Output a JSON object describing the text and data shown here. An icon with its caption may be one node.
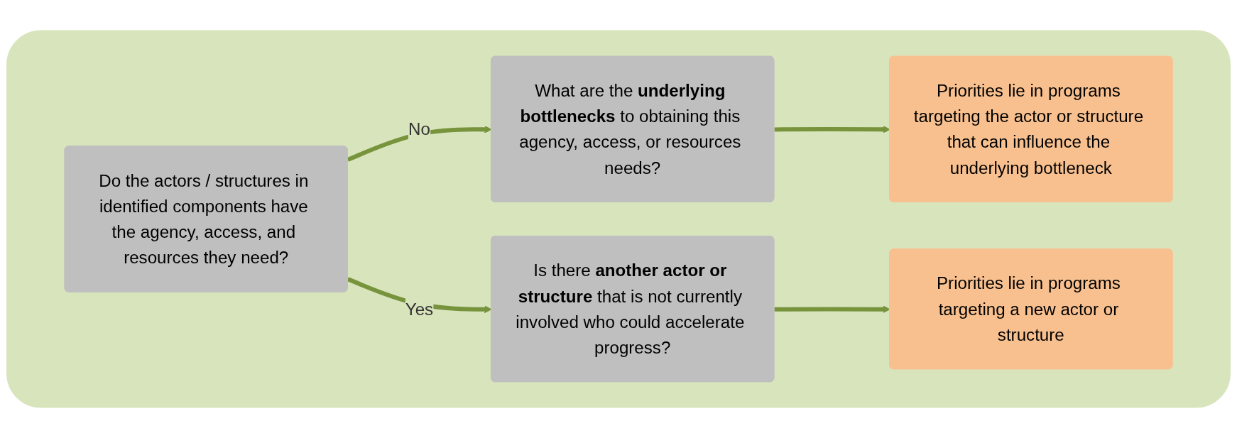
{
  "diagram": {
    "nodes": [
      {
        "text": [],
        "shape": "box"
      },
      {
        "text": [
          "Do the actors / structures in identified components have the agency, access, and resources they need?"
        ],
        "in": 0
      },
      {
        "text": [
          "What are the **underlying bottlenecks** to obtaining this agency, access, or resources needs?"
        ],
        "in": 0
      },
      {
        "text": [
          "Priorities lie in programs targeting the actor or structure that can influence the underlying bottleneck"
        ],
        "in": 0
      },
      {
        "text": [
          "Is there **another actor or structure** that is not currently involved who could accelerate progress?"
        ],
        "in": 0
      },
      {
        "text": [
          "Priorities lie in programs targeting a new actor or structure"
        ],
        "in": 0
      }
    ],
    "edges": [
      {
        "from": 1,
        "to": 2,
        "arrow": "to",
        "label": "No",
        "color": "#77933c"
      },
      {
        "from": 1,
        "to": 4,
        "arrow": "to",
        "label": "Yes",
        "color": "#77933c"
      },
      {
        "from": 2,
        "to": 3,
        "arrow": "to",
        "color": "#77933c"
      },
      {
        "from": 4,
        "to": 5,
        "arrow": "to",
        "color": "#77933c"
      }
    ]
  }
}
